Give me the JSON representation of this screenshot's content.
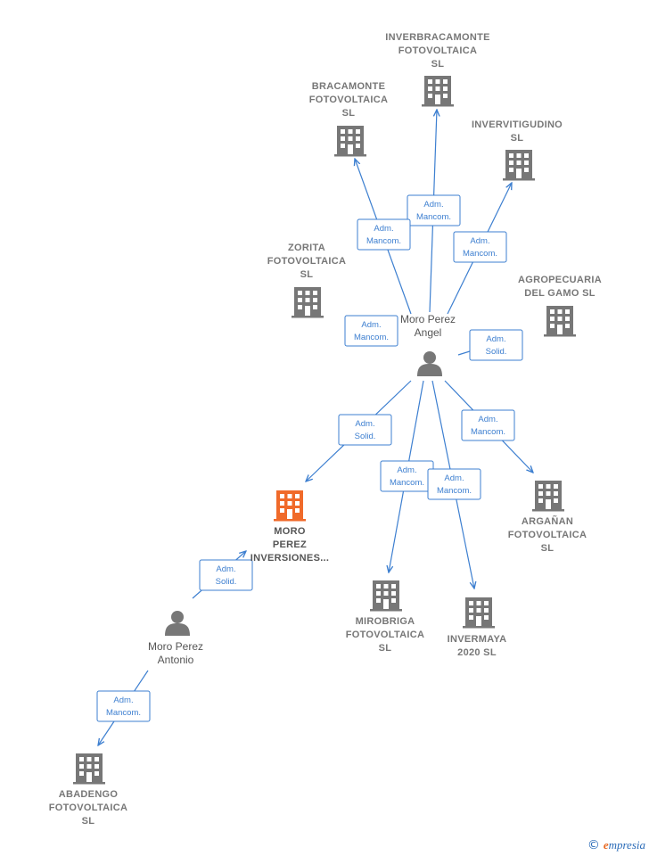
{
  "colors": {
    "edge": "#3d7fd0",
    "company": "#777777",
    "company_highlight": "#f06a2a",
    "person": "#777777"
  },
  "nodes": [
    {
      "id": "inverbracamonte",
      "kind": "company",
      "icon": "building-icon",
      "lines": [
        "INVERBRACAMONTE",
        "FOTOVOLTAICA",
        "SL"
      ]
    },
    {
      "id": "bracamonte",
      "kind": "company",
      "icon": "building-icon",
      "lines": [
        "BRACAMONTE",
        "FOTOVOLTAICA",
        "SL"
      ]
    },
    {
      "id": "invervitigudino",
      "kind": "company",
      "icon": "building-icon",
      "lines": [
        "INVERVITIGUDINO",
        "SL"
      ]
    },
    {
      "id": "zorita",
      "kind": "company",
      "icon": "building-icon",
      "lines": [
        "ZORITA",
        "FOTOVOLTAICA",
        "SL"
      ]
    },
    {
      "id": "agropecuaria",
      "kind": "company",
      "icon": "building-icon",
      "lines": [
        "AGROPECUARIA",
        "DEL GAMO  SL"
      ]
    },
    {
      "id": "moro_angel",
      "kind": "person",
      "icon": "person-icon",
      "lines": [
        "Moro Perez",
        "Angel"
      ]
    },
    {
      "id": "moro_inversiones",
      "kind": "company",
      "highlight": true,
      "icon": "building-icon",
      "lines": [
        "MORO",
        "PEREZ",
        "INVERSIONES..."
      ]
    },
    {
      "id": "arganan",
      "kind": "company",
      "icon": "building-icon",
      "lines": [
        "ARGAÑAN",
        "FOTOVOLTAICA",
        "SL"
      ]
    },
    {
      "id": "mirobriga",
      "kind": "company",
      "icon": "building-icon",
      "lines": [
        "MIROBRIGA",
        "FOTOVOLTAICA",
        "SL"
      ]
    },
    {
      "id": "invermaya",
      "kind": "company",
      "icon": "building-icon",
      "lines": [
        "INVERMAYA",
        "2020  SL"
      ]
    },
    {
      "id": "moro_antonio",
      "kind": "person",
      "icon": "person-icon",
      "lines": [
        "Moro Perez",
        "Antonio"
      ]
    },
    {
      "id": "abadengo",
      "kind": "company",
      "icon": "building-icon",
      "lines": [
        "ABADENGO",
        "FOTOVOLTAICA",
        "SL"
      ]
    }
  ],
  "edges": [
    {
      "from": "moro_angel",
      "to": "inverbracamonte",
      "label": [
        "Adm.",
        "Mancom."
      ]
    },
    {
      "from": "moro_angel",
      "to": "bracamonte",
      "label": [
        "Adm.",
        "Mancom."
      ]
    },
    {
      "from": "moro_angel",
      "to": "invervitigudino",
      "label": [
        "Adm.",
        "Mancom."
      ]
    },
    {
      "from": "moro_angel",
      "to": "zorita",
      "label": [
        "Adm.",
        "Mancom."
      ]
    },
    {
      "from": "moro_angel",
      "to": "agropecuaria",
      "label": [
        "Adm.",
        "Solid."
      ]
    },
    {
      "from": "moro_angel",
      "to": "moro_inversiones",
      "label": [
        "Adm.",
        "Solid."
      ]
    },
    {
      "from": "moro_angel",
      "to": "arganan",
      "label": [
        "Adm.",
        "Mancom."
      ]
    },
    {
      "from": "moro_angel",
      "to": "mirobriga",
      "label": [
        "Adm.",
        "Mancom."
      ]
    },
    {
      "from": "moro_angel",
      "to": "invermaya",
      "label": [
        "Adm.",
        "Mancom."
      ]
    },
    {
      "from": "moro_antonio",
      "to": "moro_inversiones",
      "label": [
        "Adm.",
        "Solid."
      ]
    },
    {
      "from": "moro_antonio",
      "to": "abadengo",
      "label": [
        "Adm.",
        "Mancom."
      ]
    }
  ],
  "footer": {
    "copyright_symbol": "©",
    "brand_first": "e",
    "brand_rest": "mpresia"
  }
}
